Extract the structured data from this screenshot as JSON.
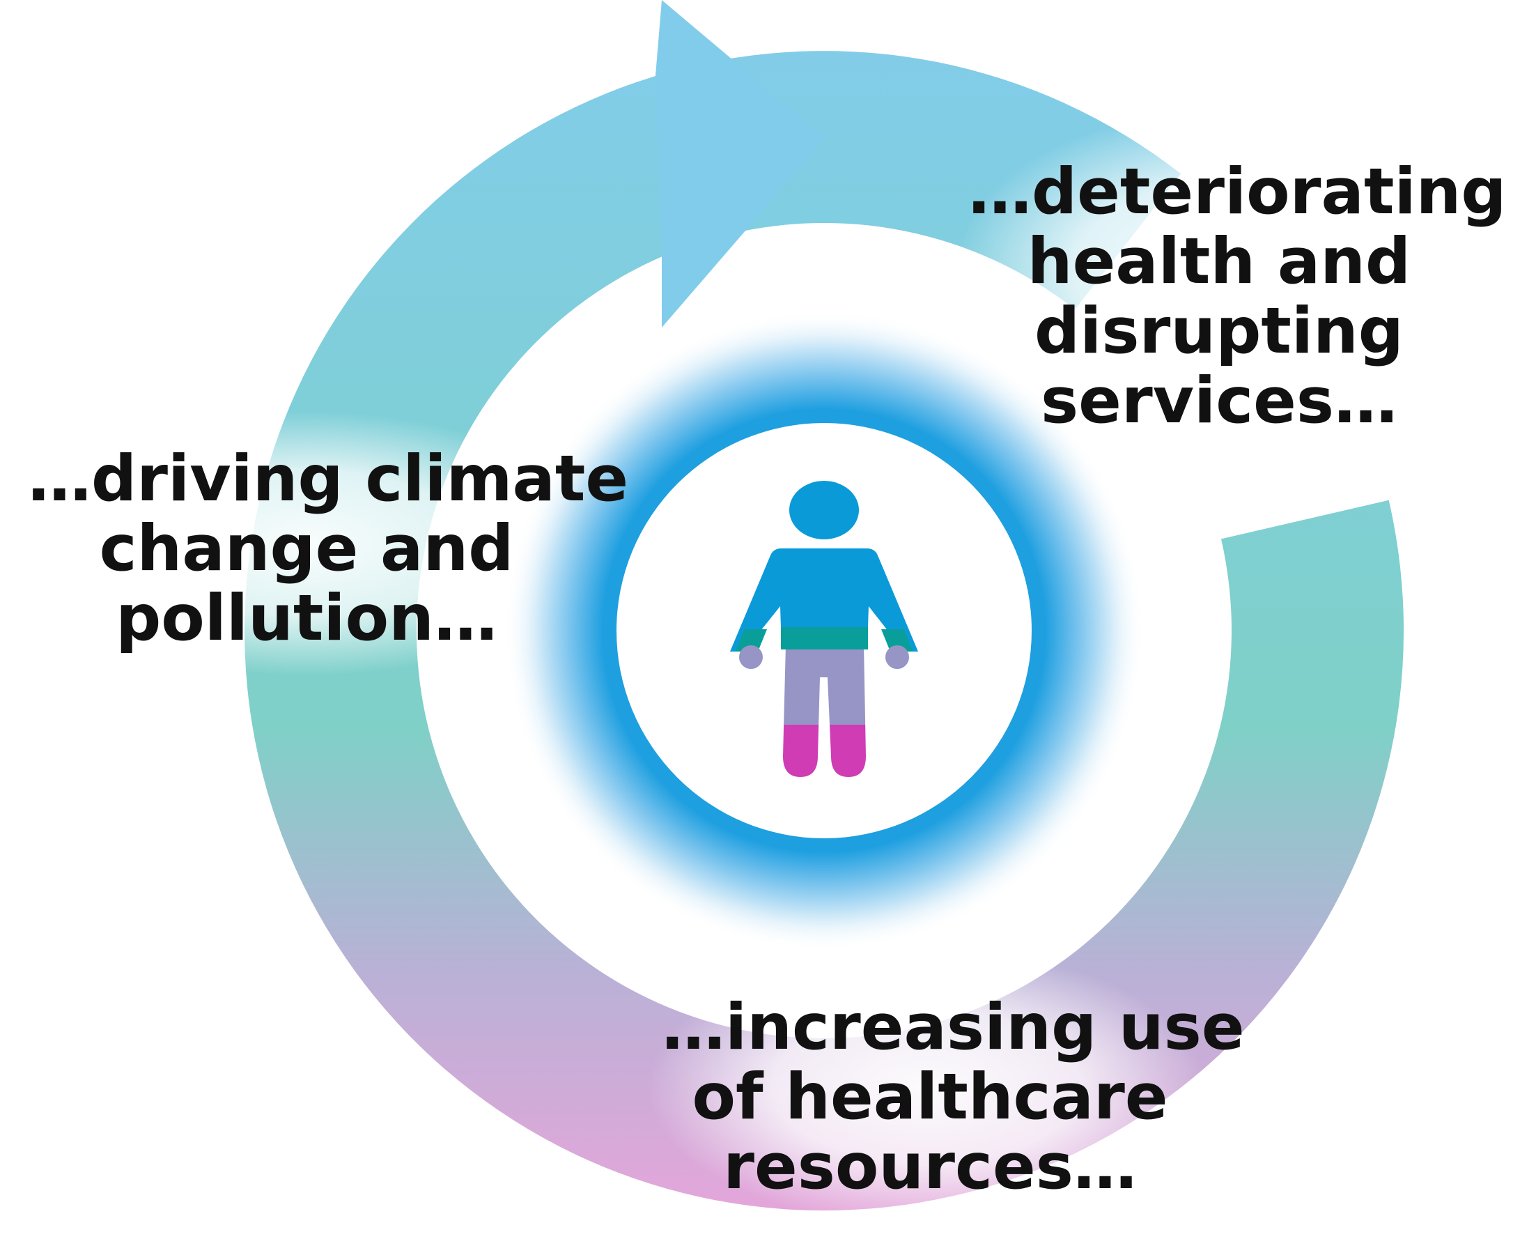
{
  "diagram": {
    "labels": {
      "top_right": {
        "lines": [
          "…deteriorating",
          "health and",
          "disrupting",
          "services…"
        ]
      },
      "bottom": {
        "lines": [
          "…increasing use",
          "of healthcare",
          "resources…"
        ]
      },
      "left": {
        "lines": [
          "…driving climate",
          "change and",
          "pollution…"
        ]
      }
    },
    "icons": {
      "center": "person-icon",
      "arrow": "cycle-arrow-icon"
    },
    "colors": {
      "arrow_top": "#82cceb",
      "arrow_middle": "#7fd0c7",
      "arrow_lower": "#b9b1d6",
      "arrow_bottom": "#e4a6da",
      "glow": "#1e9fe0",
      "person_head": "#0a9ad8",
      "person_torso": "#0a9ad8",
      "person_waist": "#0a9e9a",
      "person_legs": "#9794c6",
      "person_feet": "#cf3cb4",
      "text": "#111111"
    }
  }
}
